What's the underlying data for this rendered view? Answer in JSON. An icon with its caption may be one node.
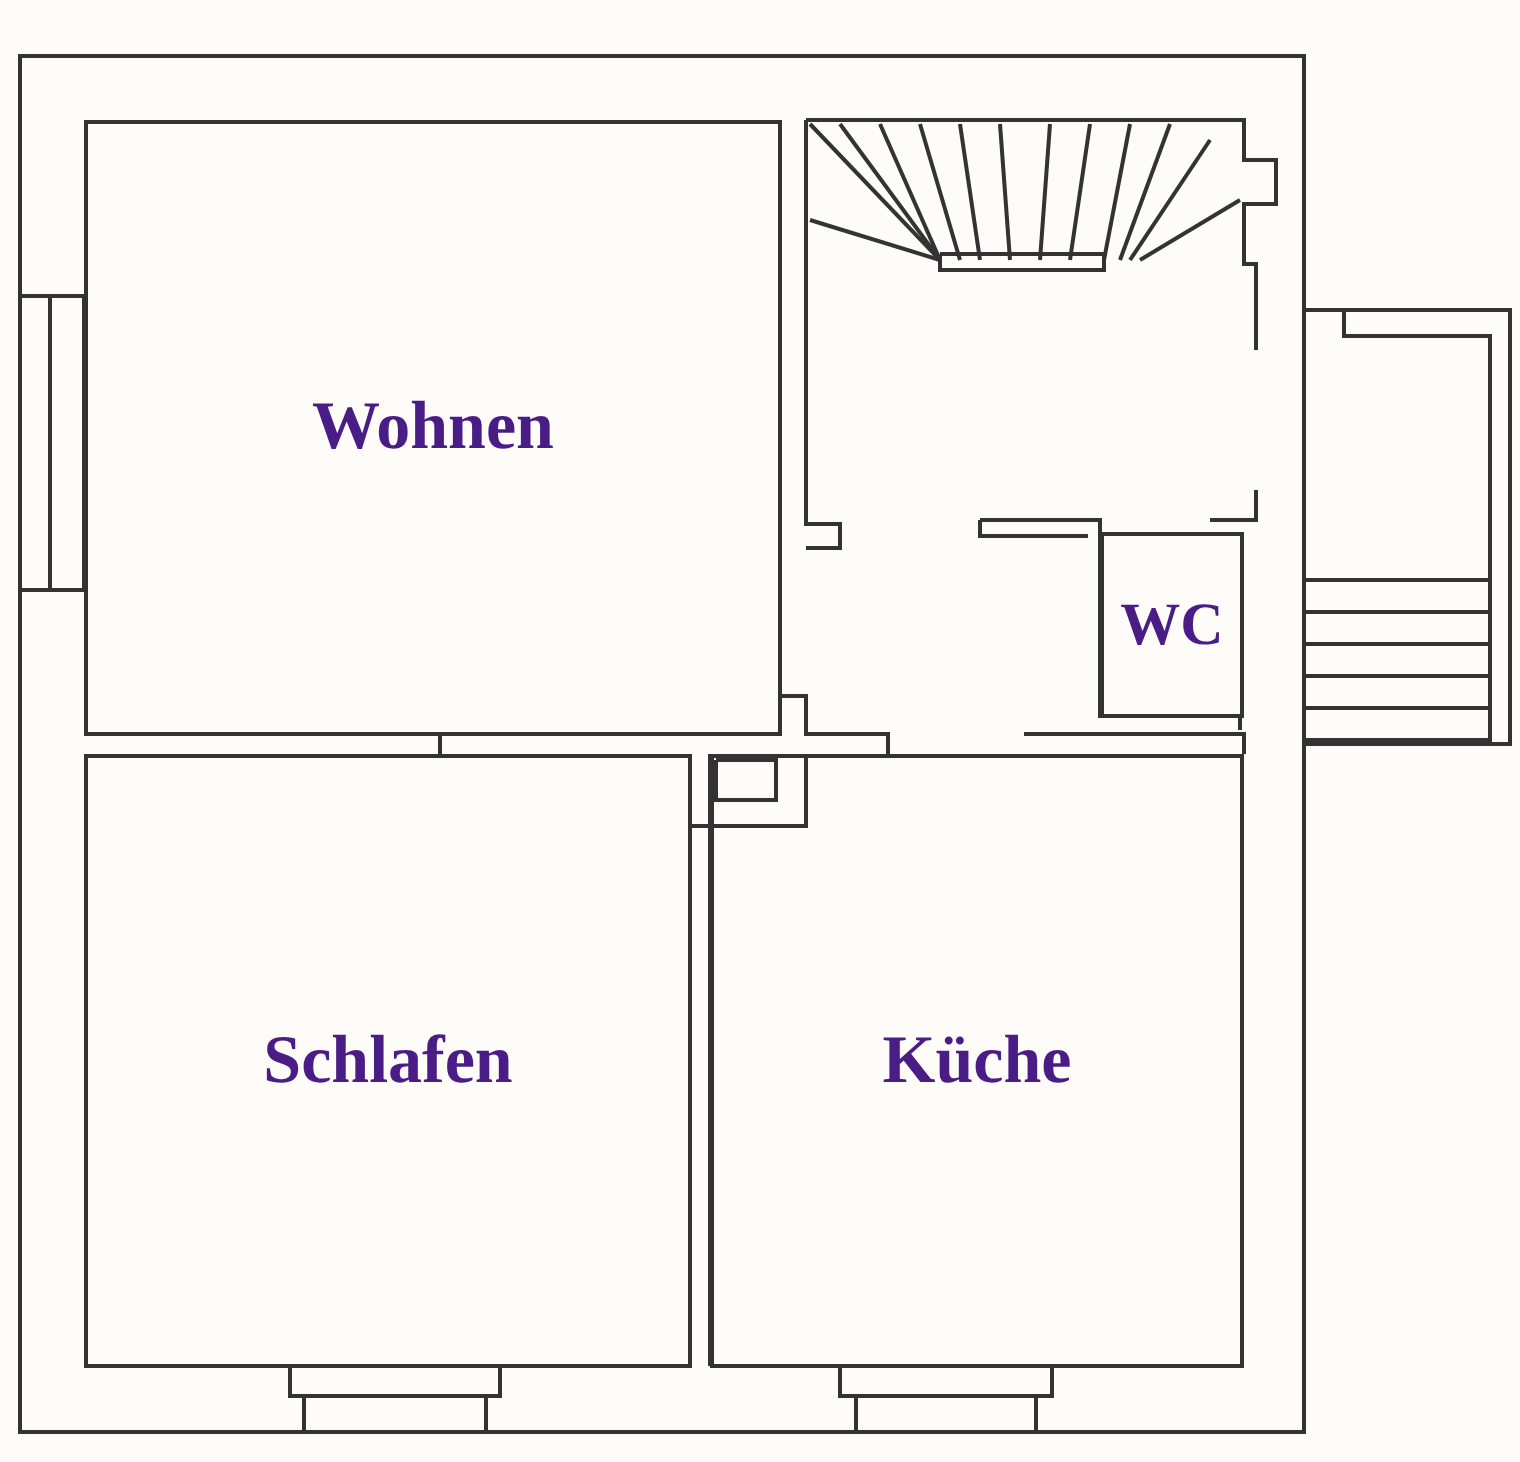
{
  "diagram": {
    "nodes": [
      {
        "text": [
          "Wohnen"
        ]
      },
      {
        "text": [
          "WC"
        ]
      },
      {
        "text": [
          "Schlafen"
        ]
      },
      {
        "text": [
          "Küche"
        ]
      }
    ]
  }
}
